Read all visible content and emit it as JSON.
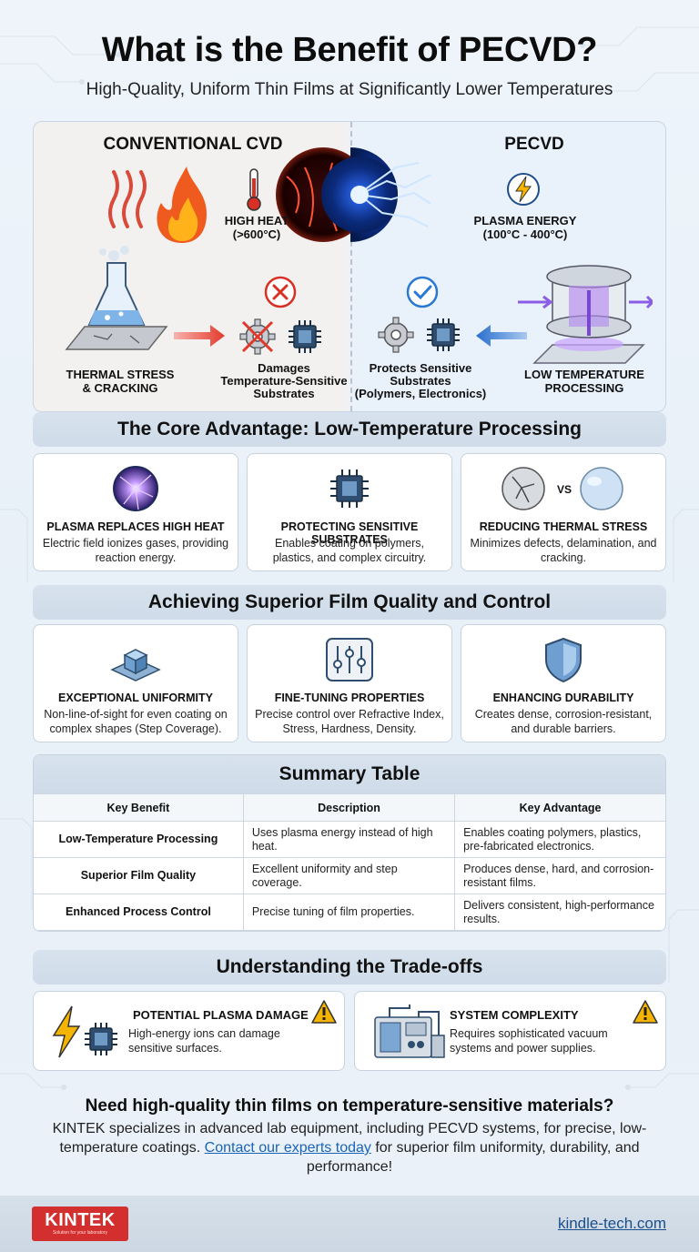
{
  "header": {
    "title": "What is the Benefit of PECVD?",
    "subtitle": "High-Quality, Uniform Thin Films at Significantly Lower Temperatures"
  },
  "comparison": {
    "left": {
      "title": "CONVENTIONAL CVD",
      "heat_label_1": "HIGH HEAT",
      "heat_label_2": "(>600°C)",
      "stress_label_1": "THERMAL STRESS",
      "stress_label_2": "& CRACKING",
      "damage_label_1": "Damages",
      "damage_label_2": "Temperature-Sensitive",
      "damage_label_3": "Substrates"
    },
    "right": {
      "title": "PECVD",
      "energy_label_1": "PLASMA ENERGY",
      "energy_label_2": "(100°C - 400°C)",
      "protect_label_1": "Protects Sensitive",
      "protect_label_2": "Substrates",
      "protect_label_3": "(Polymers, Electronics)",
      "process_label_1": "LOW TEMPERATURE",
      "process_label_2": "PROCESSING"
    }
  },
  "core": {
    "heading": "The Core Advantage: Low-Temperature Processing",
    "cards": [
      {
        "title": "PLASMA REPLACES HIGH HEAT",
        "desc": "Electric field ionizes gases, providing reaction energy."
      },
      {
        "title": "PROTECTING SENSITIVE SUBSTRATES",
        "desc": "Enables coating on polymers, plastics, and complex circuitry."
      },
      {
        "title": "REDUCING THERMAL STRESS",
        "desc": "Minimizes defects, delamination, and cracking.",
        "vs": "VS"
      }
    ]
  },
  "quality": {
    "heading": "Achieving Superior Film Quality and Control",
    "cards": [
      {
        "title": "EXCEPTIONAL UNIFORMITY",
        "desc": "Non-line-of-sight for even coating on complex shapes (Step Coverage)."
      },
      {
        "title": "FINE-TUNING PROPERTIES",
        "desc": "Precise control over Refractive Index, Stress, Hardness, Density."
      },
      {
        "title": "ENHANCING DURABILITY",
        "desc": "Creates dense, corrosion-resistant, and durable barriers."
      }
    ]
  },
  "summary": {
    "heading": "Summary Table",
    "columns": [
      "Key Benefit",
      "Description",
      "Key Advantage"
    ],
    "rows": [
      {
        "benefit": "Low-Temperature Processing",
        "description": "Uses plasma energy instead of high heat.",
        "advantage": "Enables coating polymers, plastics, pre-fabricated electronics."
      },
      {
        "benefit": "Superior Film Quality",
        "description": "Excellent uniformity and step coverage.",
        "advantage": "Produces dense, hard, and corrosion-resistant films."
      },
      {
        "benefit": "Enhanced Process Control",
        "description": "Precise tuning of film properties.",
        "advantage": "Delivers consistent, high-performance results."
      }
    ]
  },
  "tradeoffs": {
    "heading": "Understanding the Trade-offs",
    "items": [
      {
        "title": "POTENTIAL PLASMA DAMAGE",
        "desc": "High-energy ions can damage sensitive surfaces."
      },
      {
        "title": "SYSTEM COMPLEXITY",
        "desc": "Requires sophisticated vacuum systems and power supplies."
      }
    ]
  },
  "cta": {
    "title": "Need high-quality thin films on temperature-sensitive materials?",
    "body_before": "KINTEK specializes in advanced lab equipment, including PECVD systems, for precise, low-temperature coatings. ",
    "link_text": "Contact our experts today",
    "body_after": " for superior film uniformity, durability, and performance!"
  },
  "footer": {
    "logo": "KINTEK",
    "logo_tagline": "Solution for your laboratory",
    "site": "kindle-tech.com"
  },
  "colors": {
    "accent_red": "#d32f2f",
    "accent_blue": "#1a64b8",
    "section_bar": "#d4dfeb",
    "plasma_purple": "#9b6ad8",
    "warning_yellow": "#f5b400"
  }
}
